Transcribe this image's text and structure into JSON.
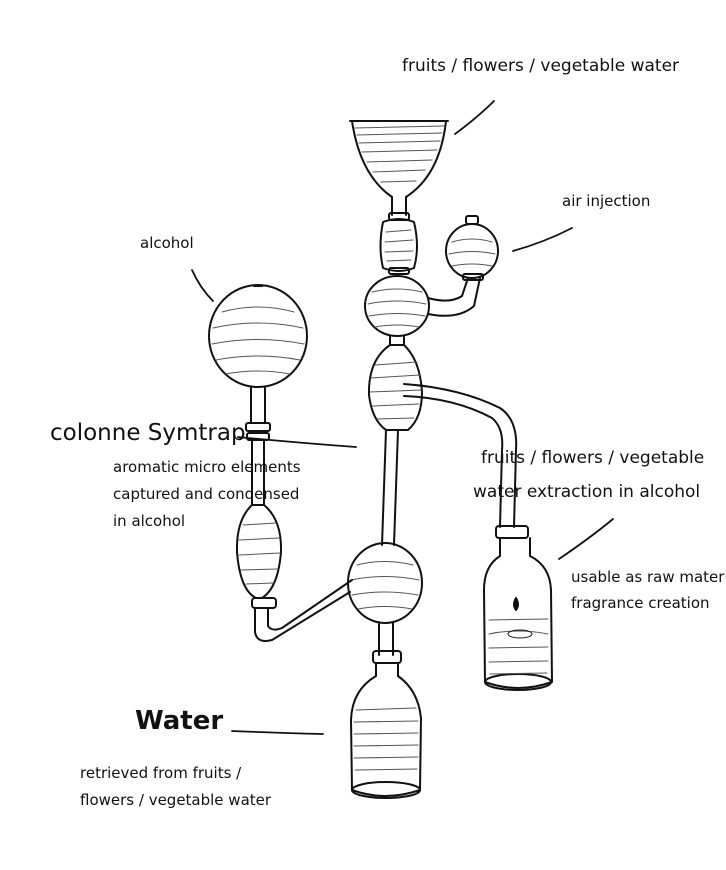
{
  "labels": {
    "top_input": "fruits / flowers / vegetable water",
    "air_injection": "air injection",
    "alcohol": "alcohol",
    "column_title": "colonne Symtrap",
    "column_desc": [
      "aromatic micro elements",
      "captured and condensed",
      "in alcohol"
    ],
    "extraction_line1": "fruits / flowers / vegetable",
    "extraction_line2": "water extraction in alcohol",
    "usable_line1": "usable as raw materi",
    "usable_line2": "fragrance creation",
    "water_title": "Water",
    "water_desc": [
      "retrieved from fruits /",
      "flowers / vegetable water"
    ]
  },
  "colors": {
    "ink": "#111111",
    "paper": "#ffffff",
    "shade": "#8a8a8a"
  }
}
